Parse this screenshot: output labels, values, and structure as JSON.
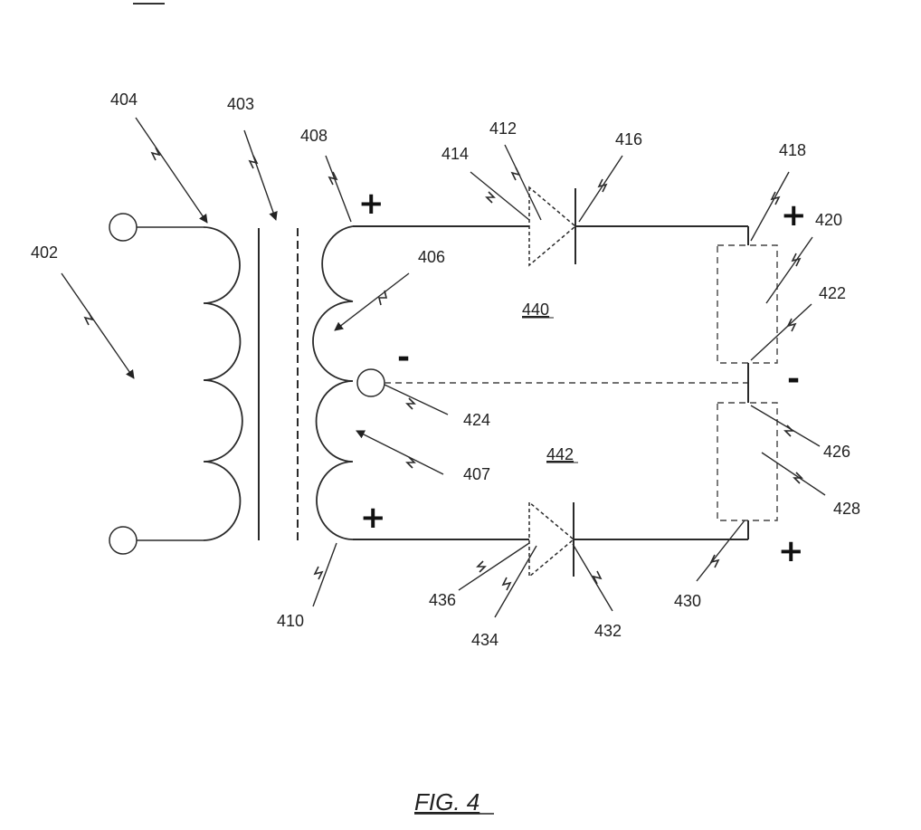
{
  "figure_label": "FIG. 4",
  "labels": {
    "l402": "402",
    "l403": "403",
    "l404": "404",
    "l406": "406",
    "l407": "407",
    "l408": "408",
    "l410": "410",
    "l412": "412",
    "l414": "414",
    "l416": "416",
    "l418": "418",
    "l420": "420",
    "l422": "422",
    "l424": "424",
    "l426": "426",
    "l428": "428",
    "l430": "430",
    "l432": "432",
    "l434": "434",
    "l436": "436",
    "l440": "440",
    "l442": "442"
  },
  "signs": {
    "top_left_plus": "+",
    "top_right_plus": "+",
    "mid_left_minus": "-",
    "mid_right_minus": "-",
    "bottom_left_plus": "+",
    "bottom_right_plus": "+"
  }
}
